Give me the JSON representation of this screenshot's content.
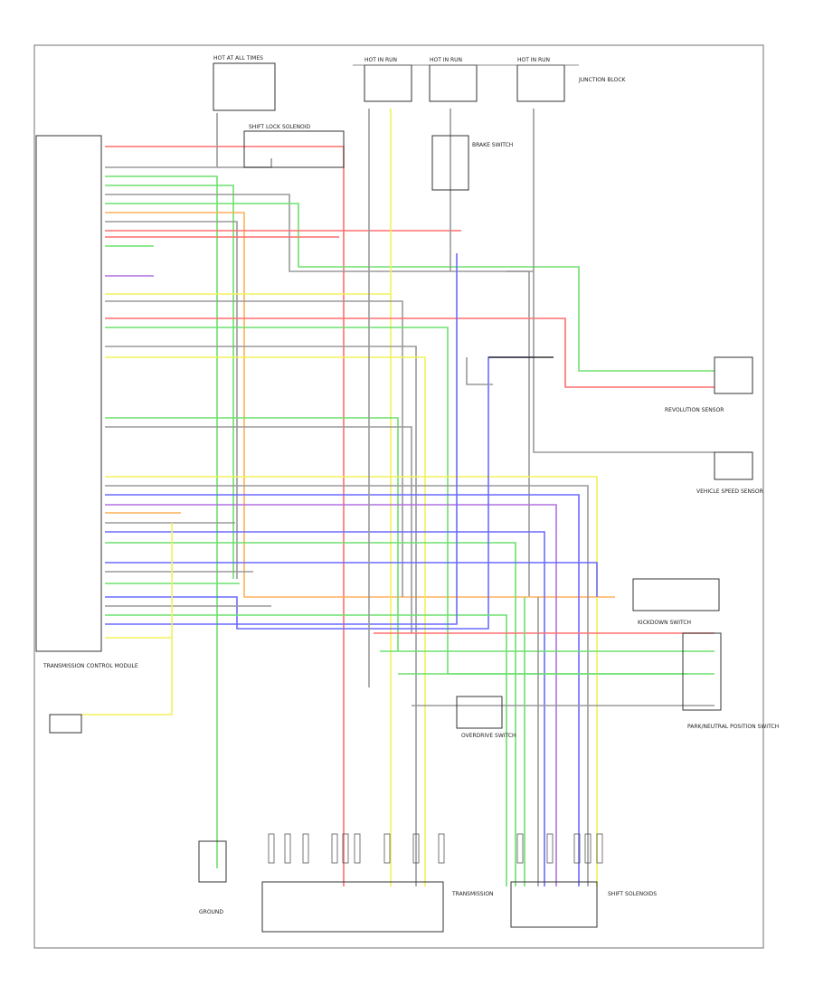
{
  "diagram": {
    "colors": {
      "red": "#ff6e6e",
      "green": "#6ee06e",
      "yellow": "#f2f25a",
      "blue": "#6a6aff",
      "orange": "#ffb05a",
      "gray": "#9a9a9a",
      "violet": "#b070e0",
      "black": "#333333"
    },
    "labels": {
      "hot_fuse": "HOT AT ALL TIMES",
      "hot_run_1": "HOT IN RUN",
      "hot_run_2": "HOT IN RUN",
      "hot_run_3": "HOT IN RUN",
      "junction_block": "JUNCTION BLOCK",
      "shift_lock_solenoid": "SHIFT LOCK SOLENOID",
      "brake_switch": "BRAKE SWITCH",
      "ecm": "TRANSMISSION CONTROL MODULE",
      "speed_sensor": "VEHICLE SPEED SENSOR",
      "revolution_sensor": "REVOLUTION SENSOR",
      "overdrive_switch": "OVERDRIVE SWITCH",
      "range_switch": "PARK/NEUTRAL POSITION SWITCH",
      "kickdown_switch": "KICKDOWN SWITCH",
      "transmission": "TRANSMISSION",
      "shift_solenoid": "SHIFT SOLENOIDS",
      "ground": "GROUND"
    }
  }
}
